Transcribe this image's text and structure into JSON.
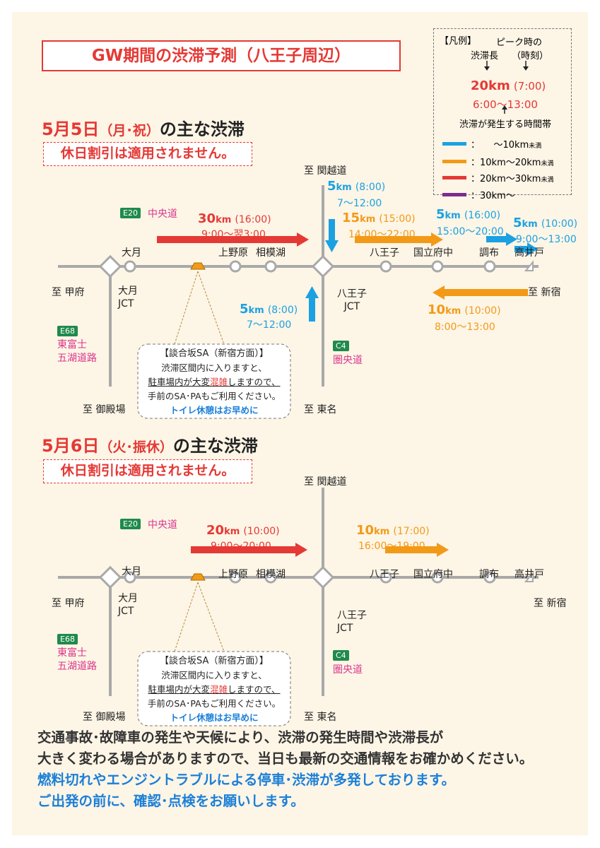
{
  "title": "GW期間の渋滞予測（八王子周辺）",
  "legend": {
    "header": "【凡例】",
    "peak_line1": "ピーク時の",
    "peak_line2a": "渋滞長",
    "peak_line2b": "（時刻）",
    "example_km": "20km",
    "example_time": "(7:00)",
    "example_range": "6:00〜13:00",
    "footer": "渋滞が発生する時間帯",
    "items": [
      {
        "color": "#1ba1e2",
        "label": "：　　〜10km",
        "suffix": "未満"
      },
      {
        "color": "#f29a17",
        "label": "：10km〜20km",
        "suffix": "未満"
      },
      {
        "color": "#e53935",
        "label": "：20km〜30km",
        "suffix": "未満"
      },
      {
        "color": "#7b2c8f",
        "label": "：30km〜",
        "suffix": ""
      }
    ]
  },
  "sections": [
    {
      "date": "5月5日",
      "weekday": "（月･祝）",
      "suffix": "の主な渋滞",
      "warning": "休日割引は適用されません。",
      "congestions": [
        {
          "km": "30",
          "unit": "km",
          "peak": "(16:00)",
          "range": "9:00〜翌3:00",
          "color": "red"
        },
        {
          "km": "5",
          "unit": "km",
          "peak": "(8:00)",
          "range": "7〜12:00",
          "color": "blue"
        },
        {
          "km": "15",
          "unit": "km",
          "peak": "(15:00)",
          "range": "14:00〜22:00",
          "color": "orange"
        },
        {
          "km": "5",
          "unit": "km",
          "peak": "(16:00)",
          "range": "15:00〜20:00",
          "color": "blue"
        },
        {
          "km": "5",
          "unit": "km",
          "peak": "(10:00)",
          "range": "9:00〜13:00",
          "color": "blue"
        },
        {
          "km": "5",
          "unit": "km",
          "peak": "(8:00)",
          "range": "7〜12:00",
          "color": "blue"
        },
        {
          "km": "10",
          "unit": "km",
          "peak": "(10:00)",
          "range": "8:00〜13:00",
          "color": "orange"
        }
      ]
    },
    {
      "date": "5月6日",
      "weekday": "（火･振休）",
      "suffix": "の主な渋滞",
      "warning": "休日割引は適用されません。",
      "congestions": [
        {
          "km": "20",
          "unit": "km",
          "peak": "(10:00)",
          "range": "9:00〜20:00",
          "color": "red"
        },
        {
          "km": "10",
          "unit": "km",
          "peak": "(17:00)",
          "range": "16:00〜19:00",
          "color": "orange"
        }
      ]
    }
  ],
  "map_labels": {
    "kanetsu": "至 関越道",
    "koufu": "至 甲府",
    "shinjuku": "至 新宿",
    "gotemba": "至 御殿場",
    "tomei": "至 東名",
    "otsuki": "大月",
    "otsuki_jct1": "大月",
    "otsuki_jct2": "JCT",
    "kaminohara": "上野原",
    "sagamiko": "相模湖",
    "hachioji": "八王子",
    "kunitachifuchu": "国立府中",
    "chofu": "調布",
    "takaido": "高井戸",
    "hachioji_jct1": "八王子",
    "hachioji_jct2": "JCT",
    "e20": "E20",
    "chuo": "中央道",
    "e68": "E68",
    "fuji1": "東富士",
    "fuji2": "五湖道路",
    "c4": "C4",
    "kenodo": "圏央道"
  },
  "callout": {
    "title": "【談合坂SA（新宿方面）】",
    "line1": "渋滞区間内に入りますと、",
    "line2a": "駐車場内が大変",
    "line2b": "混雑",
    "line2c": "しますので、",
    "line3": "手前のSA･PAもご利用ください。",
    "line4": "トイレ休憩はお早めに"
  },
  "footer": {
    "line1": "交通事故･故障車の発生や天候により、渋滞の発生時間や渋滞長が",
    "line2": "大きく変わる場合がありますので、当日も最新の交通情報をお確かめください。",
    "line3": "燃料切れやエンジントラブルによる停車･渋滞が多発しております。",
    "line4": "ご出発の前に、確認･点検をお願いします。"
  },
  "colors": {
    "red": "#e53935",
    "orange": "#f29a17",
    "blue": "#1ba1e2",
    "purple": "#7b2c8f",
    "road": "#a9a9a9",
    "sign_green": "#1f8a4c"
  }
}
